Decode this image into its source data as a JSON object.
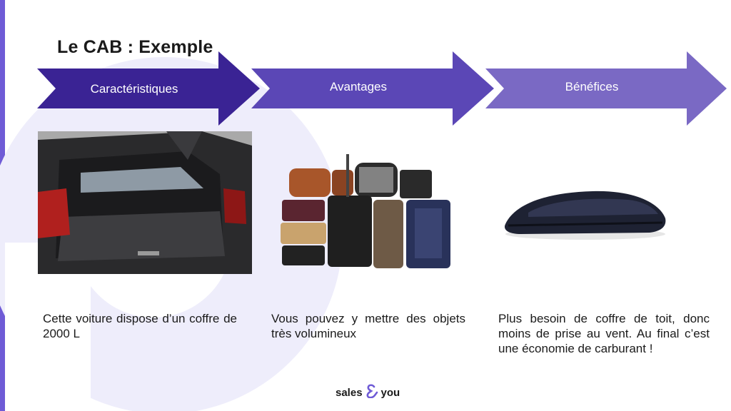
{
  "slide": {
    "title": "Le CAB : Exemple"
  },
  "steps": [
    {
      "label": "Caractéristiques",
      "color": "#3a2394",
      "description": "Cette voiture dispose d’un coffre de 2000 L",
      "image": "car-trunk"
    },
    {
      "label": "Avantages",
      "color": "#5b47b6",
      "description": "Vous pouvez y mettre des objets très volumineux",
      "image": "luggage"
    },
    {
      "label": "Bénéfices",
      "color": "#7a69c4",
      "description": "Plus besoin de coffre de toit, donc moins de prise au vent. Au final c’est une économie de carburant !",
      "image": "roof-box"
    }
  ],
  "footer": {
    "logo_left": "sales",
    "logo_right": "you"
  },
  "colors": {
    "accent_bar": "#6f5bd6",
    "decoration": "#ecebfb"
  }
}
